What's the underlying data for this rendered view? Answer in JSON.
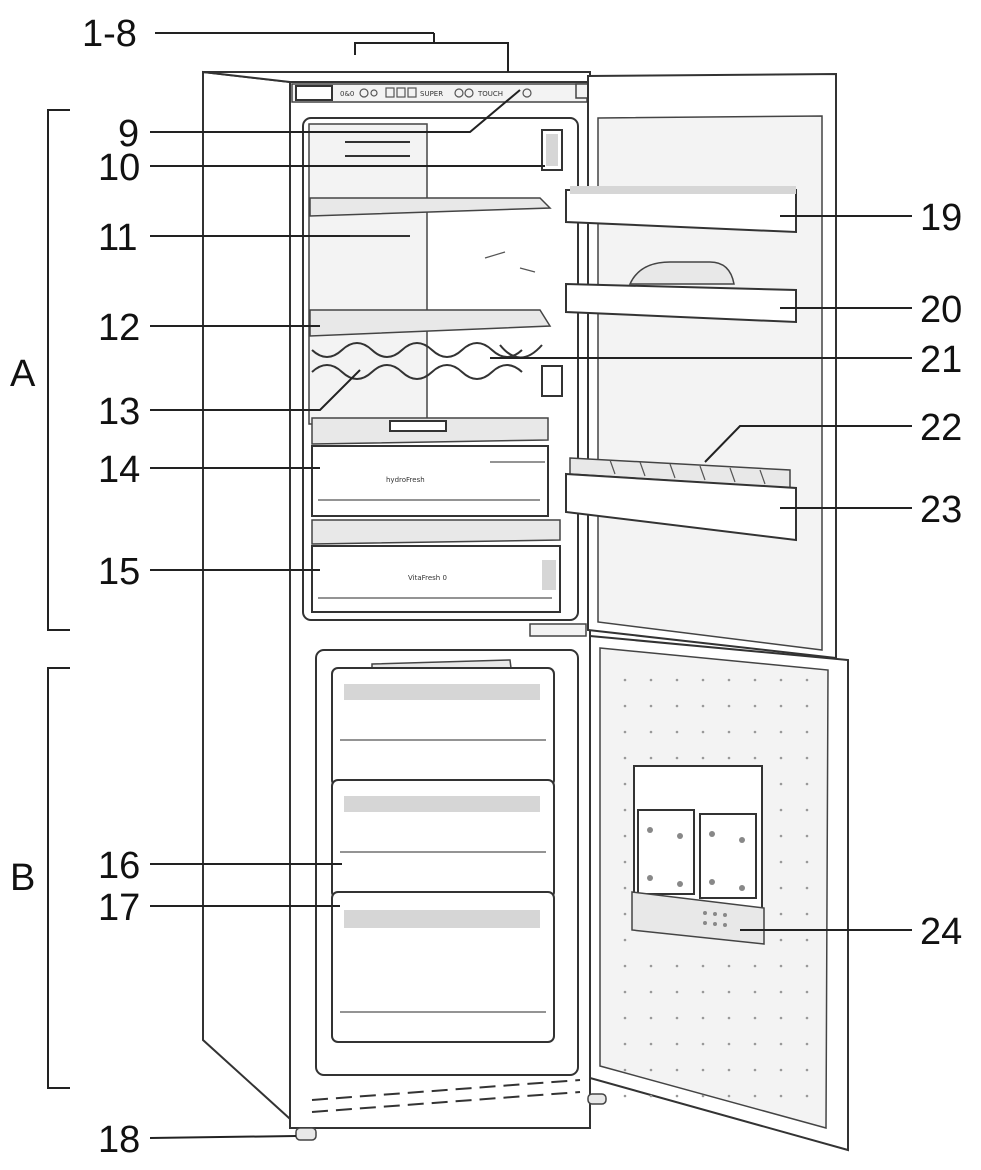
{
  "labels": {
    "l1_8": "1-8",
    "l9": "9",
    "l10": "10",
    "l11": "11",
    "l12": "12",
    "l13": "13",
    "l14": "14",
    "l15": "15",
    "l16": "16",
    "l17": "17",
    "l18": "18",
    "l19": "19",
    "l20": "20",
    "l21": "21",
    "l22": "22",
    "l23": "23",
    "l24": "24",
    "lA": "A",
    "lB": "B"
  },
  "panel_text": {
    "t1": "0&0",
    "t2": "SUPER",
    "t3": "TOUCH",
    "crisper_top": "hydroFresh",
    "crisper_bottom": "VitaFresh 0"
  },
  "colors": {
    "ink": "#333333",
    "text": "#111111",
    "background": "#ffffff"
  }
}
